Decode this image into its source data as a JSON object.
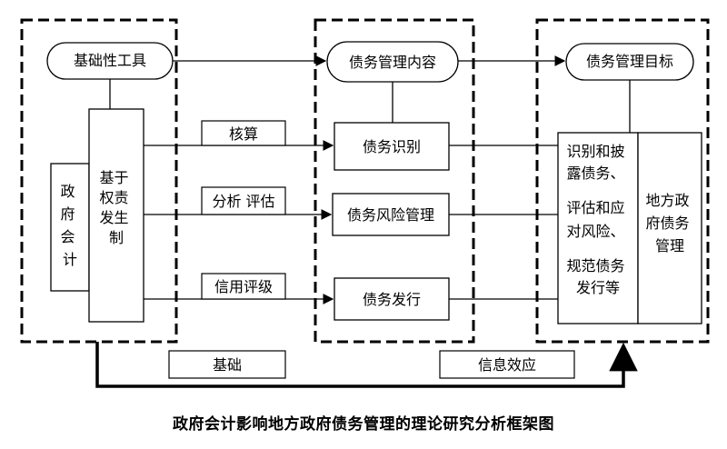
{
  "nodes": {
    "tools": "基础性工具",
    "accrual_lines": [
      "基于",
      "权责",
      "发生",
      "制"
    ],
    "gov_accounting_lines": [
      "政",
      "府",
      "会",
      "计"
    ],
    "debt_content": "债务管理内容",
    "debt_goal": "债务管理目标",
    "debt_identify": "债务识别",
    "debt_risk": "债务风险管理",
    "debt_issue": "债务发行",
    "goal_list_lines": [
      "识别和披",
      "露债务、",
      "评估和应",
      "对风险、",
      "规范债务",
      "发行等"
    ],
    "local_debt_lines": [
      "地方政",
      "府债务",
      "管理"
    ]
  },
  "edge_labels": {
    "accounting": "核算",
    "analysis": "分析 评估",
    "credit": "信用评级",
    "foundation": "基础",
    "info_effect": "信息效应"
  },
  "caption": "政府会计影响地方政府债务管理的理论研究分析框架图"
}
